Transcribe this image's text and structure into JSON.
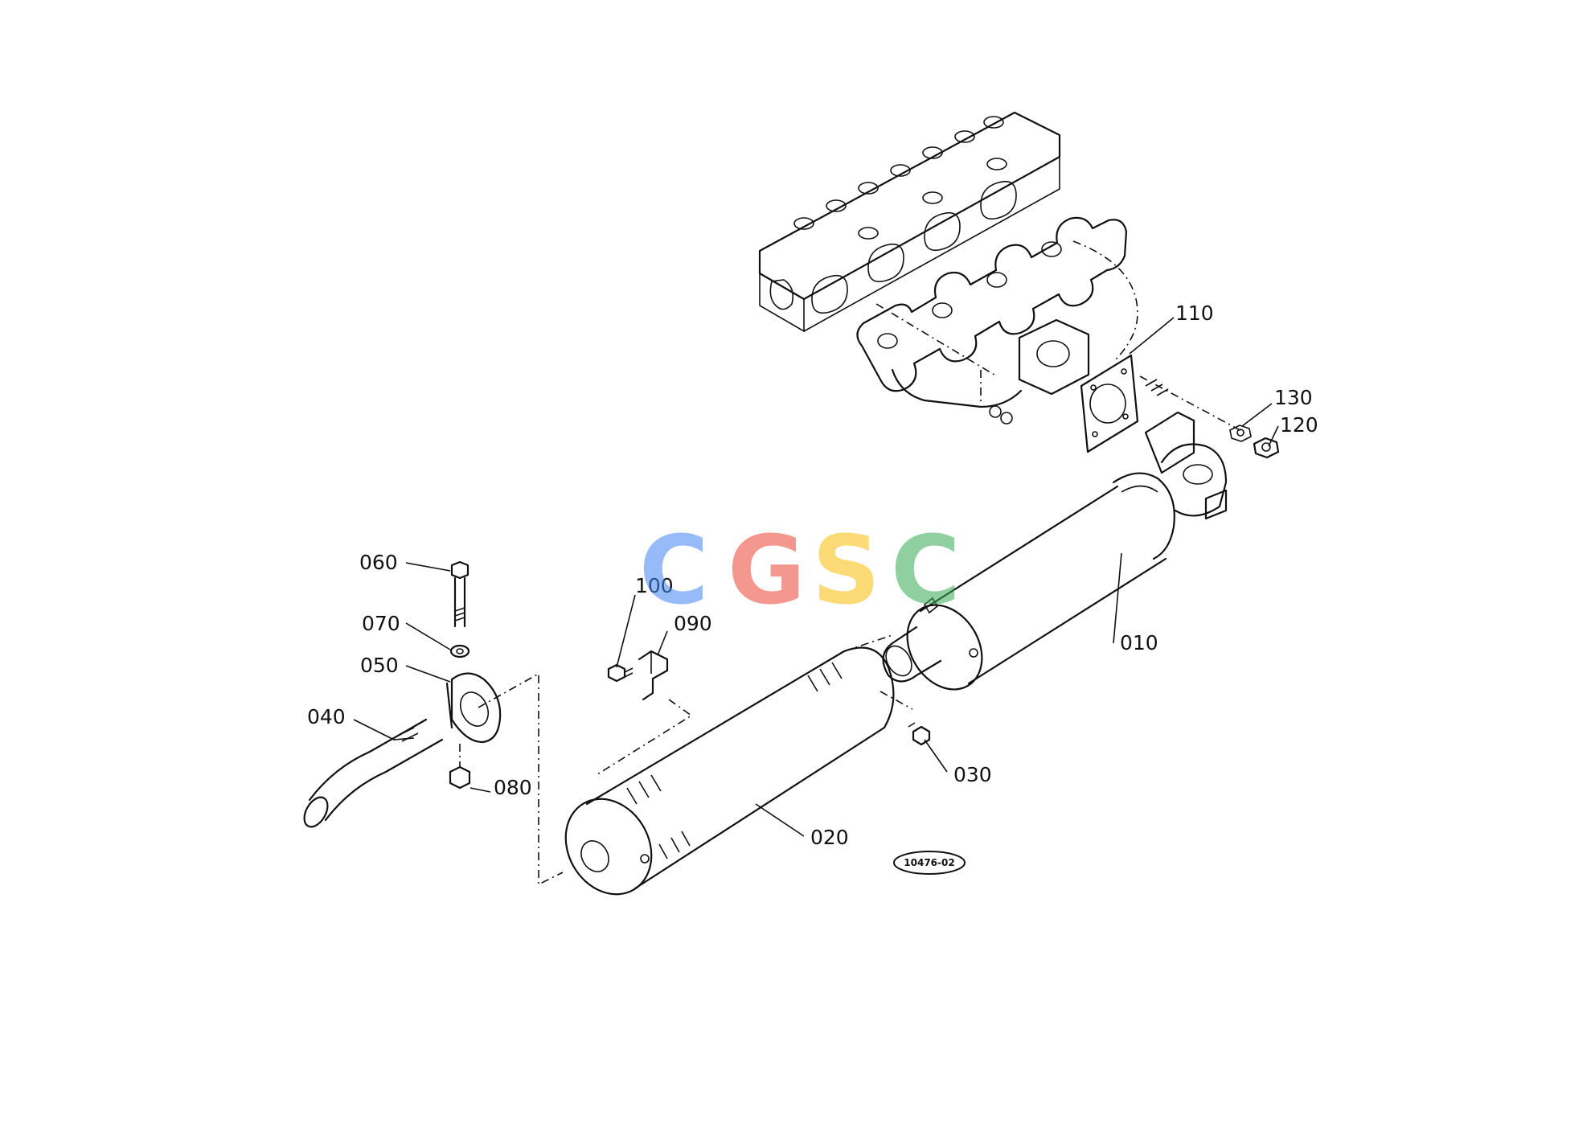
{
  "callouts": {
    "p010": "010",
    "p020": "020",
    "p030": "030",
    "p040": "040",
    "p050": "050",
    "p060": "060",
    "p070": "070",
    "p080": "080",
    "p090": "090",
    "p100": "100",
    "p110": "110",
    "p120": "120",
    "p130": "130"
  },
  "figure_code": "10476-02",
  "watermark": {
    "letters": [
      "C",
      "G",
      "S",
      "C"
    ],
    "colors": [
      "#4285f4",
      "#ea4335",
      "#fbbc05",
      "#34a853"
    ]
  }
}
